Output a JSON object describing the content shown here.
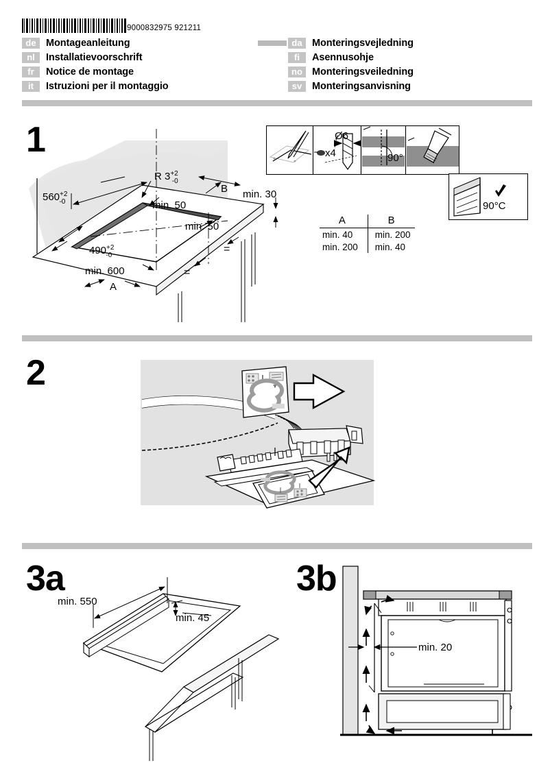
{
  "document": {
    "barcode_number": "9000832975 921211",
    "barcode_alt": "barcode"
  },
  "languages": {
    "left": [
      {
        "code": "de",
        "title": "Montageanleitung"
      },
      {
        "code": "nl",
        "title": "Installatievoorschrift"
      },
      {
        "code": "fr",
        "title": "Notice de montage"
      },
      {
        "code": "it",
        "title": "Istruzioni per il montaggio"
      }
    ],
    "right": [
      {
        "code": "da",
        "title": "Monteringsvejledning"
      },
      {
        "code": "fi",
        "title": "Asennusohje"
      },
      {
        "code": "no",
        "title": "Monteringsveiledning"
      },
      {
        "code": "sv",
        "title": "Monteringsanvisning"
      }
    ]
  },
  "steps": {
    "step1": {
      "number": "1",
      "labels": {
        "cutout_width": "560",
        "cutout_width_tol_upper": "+2",
        "cutout_width_tol_lower": "-0",
        "cutout_depth": "490",
        "cutout_depth_tol_upper": "+2",
        "cutout_depth_tol_lower": "-0",
        "radius": "R 3",
        "radius_tol_upper": "+2",
        "radius_tol_lower": "-0",
        "min_600": "min. 600",
        "min_50_a": "min. 50",
        "min_50_b": "min. 50",
        "min_30": "min. 30",
        "dim_a": "A",
        "dim_b": "B",
        "equal_1": "=",
        "equal_2": "="
      },
      "details": {
        "drill_diameter": "Ø6",
        "drill_count": "x4",
        "angle": "90",
        "angle_unit": "°",
        "heat_resistance": "90",
        "heat_resistance_unit": "°C"
      },
      "table": {
        "headers": [
          "A",
          "B"
        ],
        "rows": [
          [
            "min. 40",
            "min. 200"
          ],
          [
            "min. 200",
            "min. 40"
          ]
        ]
      }
    },
    "step2": {
      "number": "2"
    },
    "step3a": {
      "number": "3a",
      "labels": {
        "min_550": "min. 550",
        "min_45": "min. 45"
      }
    },
    "step3b": {
      "number": "3b",
      "labels": {
        "min_20": "min. 20"
      }
    }
  },
  "colors": {
    "separator": "#c0c0c0",
    "lang_badge": "#c4c4c4",
    "shade_light": "#e3e3e3",
    "shade_mid": "#9a9a9a",
    "shade_dark": "#5a5a5a",
    "ink": "#000000"
  }
}
